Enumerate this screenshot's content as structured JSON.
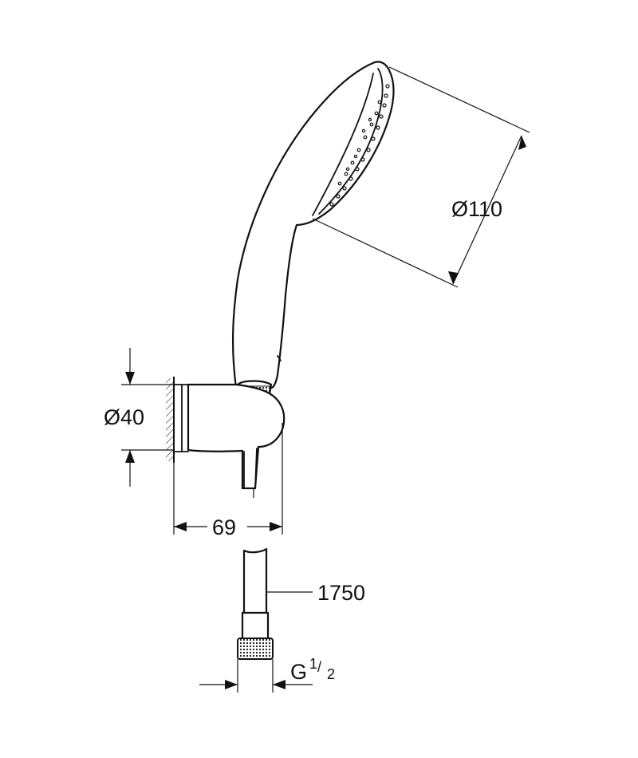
{
  "dimensions": {
    "head_diameter": "Ø110",
    "holder_diameter": "Ø40",
    "holder_depth": "69",
    "hose_length": "1750",
    "thread_main": "G",
    "thread_num": "1",
    "thread_den": "2"
  },
  "colors": {
    "line": "#111111",
    "background": "#ffffff"
  }
}
